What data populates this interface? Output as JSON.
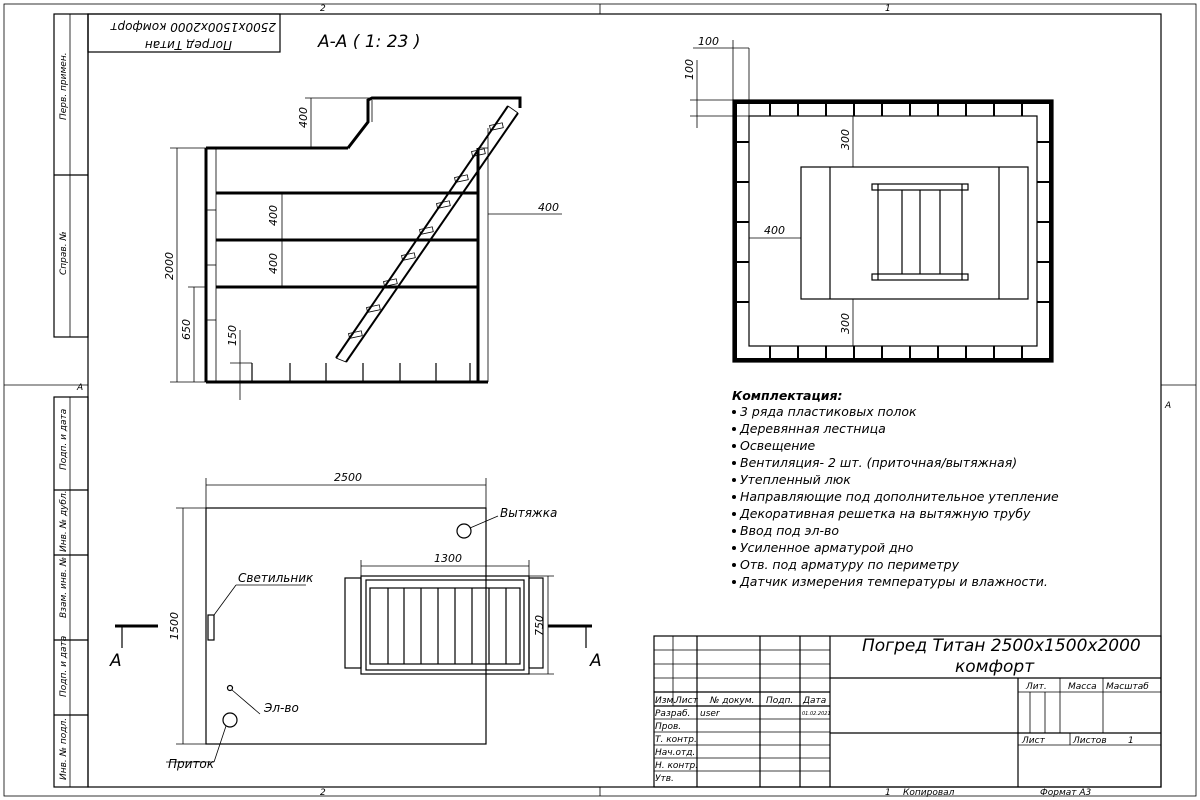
{
  "frame": {
    "top_zone_left": "2",
    "top_zone_right": "1",
    "bottom_zone_left": "2",
    "bottom_zone_right": "1",
    "side_zone_left": "A",
    "side_zone_right": "A",
    "copied": "Копировал",
    "format": "Формат А3"
  },
  "side_stamps": [
    "Перв. примен.",
    "Справ. №",
    "Подп. и дата",
    "Инв. № дубл.",
    "Взам. инв. №",
    "Подп. и дата",
    "Инв. № подл."
  ],
  "mirror_title": {
    "line1": "Погред Титан",
    "line2": "2500x1500x2000 комфорт"
  },
  "section_view": {
    "title": "А-А ( 1: 23 )",
    "dims": {
      "top_hatch": "400",
      "side": "400",
      "shelf_gap_1": "400",
      "shelf_gap_2": "400",
      "height": "2000",
      "bottom_shelf": "650",
      "floor": "150"
    }
  },
  "top_view": {
    "dims": {
      "offset_x": "100",
      "offset_y": "100",
      "top_gap": "300",
      "left_gap": "400",
      "bottom_gap": "300"
    }
  },
  "plan_view": {
    "dims": {
      "width": "2500",
      "height": "1500",
      "hatch_width": "1300",
      "hatch_height": "750"
    },
    "labels": {
      "exhaust": "Вытяжка",
      "lamp": "Светильник",
      "electric": "Эл-во",
      "inflow": "Приток",
      "cut_left": "А",
      "cut_right": "А"
    }
  },
  "specification": {
    "heading": "Комплектация:",
    "items": [
      "3 ряда пластиковых полок",
      "Деревянная лестница",
      "Освещение",
      "Вентиляция- 2 шт. (приточная/вытяжная)",
      "Утепленный люк",
      "Направляющие под дополнительное утепление",
      "Декоративная решетка на вытяжную трубу",
      "Ввод под эл-во",
      "Усиленное арматурой дно",
      "Отв. под арматуру по периметру",
      "Датчик измерения температуры и влажности."
    ]
  },
  "title_block": {
    "title_line1": "Погред Титан 2500x1500x2000",
    "title_line2": "комфорт",
    "headers": [
      "Изм.",
      "Лист",
      "№ докум.",
      "Подп.",
      "Дата"
    ],
    "roles": [
      "Разраб.",
      "Пров.",
      "Т. контр.",
      "Нач.отд.",
      "Н. контр.",
      "Утв."
    ],
    "developer": "user",
    "date": "01.02.2021",
    "lit": "Лит.",
    "mass": "Масса",
    "scale": "Масштаб",
    "sheet": "Лист",
    "sheets": "Листов",
    "sheets_count": "1"
  }
}
